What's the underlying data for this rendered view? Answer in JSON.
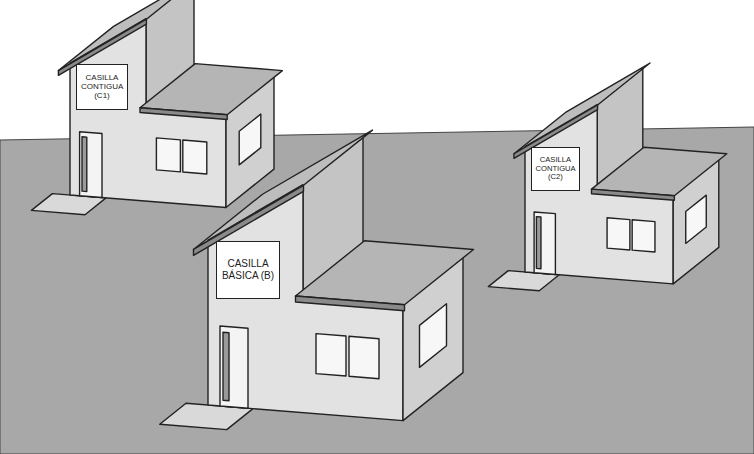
{
  "diagram": {
    "nodes": [
      {
        "text": [
          "CASILLA CONTIGUA (C1)"
        ]
      },
      {
        "text": [
          "CASILLA CONTIGUA (C2)"
        ]
      },
      {
        "text": [
          "CASILLA BÁSICA (B)"
        ]
      }
    ]
  }
}
